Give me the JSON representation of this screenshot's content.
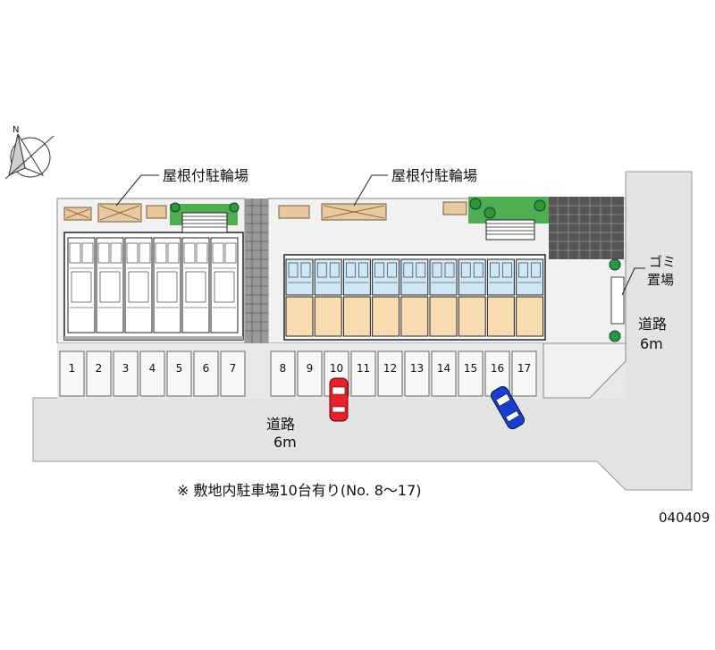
{
  "compass": {
    "north_label": "N",
    "icon": "north-arrow-icon"
  },
  "bicycle_parking": [
    {
      "label": "屋根付駐輪場"
    },
    {
      "label": "屋根付駐輪場"
    }
  ],
  "garbage": {
    "line1": "ゴミ",
    "line2": "置場"
  },
  "roads": {
    "south": {
      "name": "道路",
      "width": "6m"
    },
    "east": {
      "name": "道路",
      "width": "6m"
    }
  },
  "parking_spaces": [
    "1",
    "2",
    "3",
    "4",
    "5",
    "6",
    "7",
    "8",
    "9",
    "10",
    "11",
    "12",
    "13",
    "14",
    "15",
    "16",
    "17"
  ],
  "parked_cars": [
    {
      "space": "10",
      "color": "#e8202a"
    },
    {
      "space": "16",
      "color": "#1a3fd0"
    }
  ],
  "note": "※ 敷地内駐車場10台有り(No. 8〜17)",
  "property_code": "040409",
  "colors": {
    "road": "#e3e3e3",
    "site": "#efefef",
    "unit_blue": "#cfe6f5",
    "unit_tan": "#f8dcb0",
    "tree": "#2e9a2e",
    "bike_shed": "#e6c9a0",
    "outline": "#333333"
  }
}
